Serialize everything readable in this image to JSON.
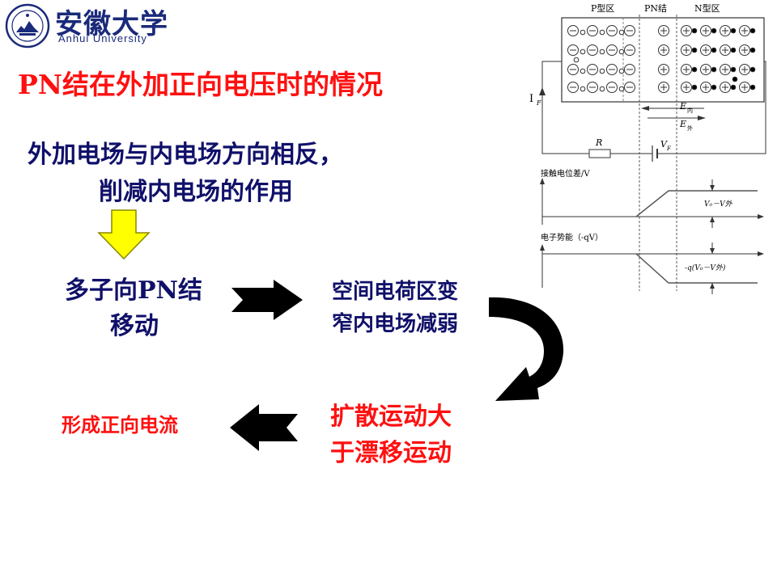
{
  "header": {
    "university_name_cn": "安徽大学",
    "university_name_en": "Anhui University"
  },
  "slide": {
    "title": "PN结在外加正向电压时的情况",
    "subtitle_line1": "外加电场与内电场方向相反，",
    "subtitle_line2": "削减内电场的作用"
  },
  "flow": {
    "step1_line1": "多子向PN结",
    "step1_line2": "移动",
    "step2_line1": "空间电荷区变",
    "step2_line2": "窄内电场减弱",
    "step3_line1": "扩散运动大",
    "step3_line2": "于漂移运动",
    "step4": "形成正向电流"
  },
  "diagram": {
    "p_region": "P型区",
    "pn_junction": "PN结",
    "n_region": "N型区",
    "current_label": "I",
    "current_sub": "F",
    "e_inner": "E",
    "e_inner_sub": "内",
    "e_outer": "E",
    "e_outer_sub": "外",
    "resistor": "R",
    "voltage": "V",
    "voltage_sub": "F",
    "potential_axis": "接触电位差/V",
    "potential_value": "V₀－V外",
    "energy_axis": "电子势能（-qV）",
    "energy_value": "-q(V₀－V外)"
  },
  "colors": {
    "title_red": "#ff1010",
    "body_navy": "#10106a",
    "arrow_black": "#000000",
    "down_arrow_fill": "#ffff00",
    "down_arrow_stroke": "#888800",
    "logo_blue": "#1a2a7a"
  }
}
